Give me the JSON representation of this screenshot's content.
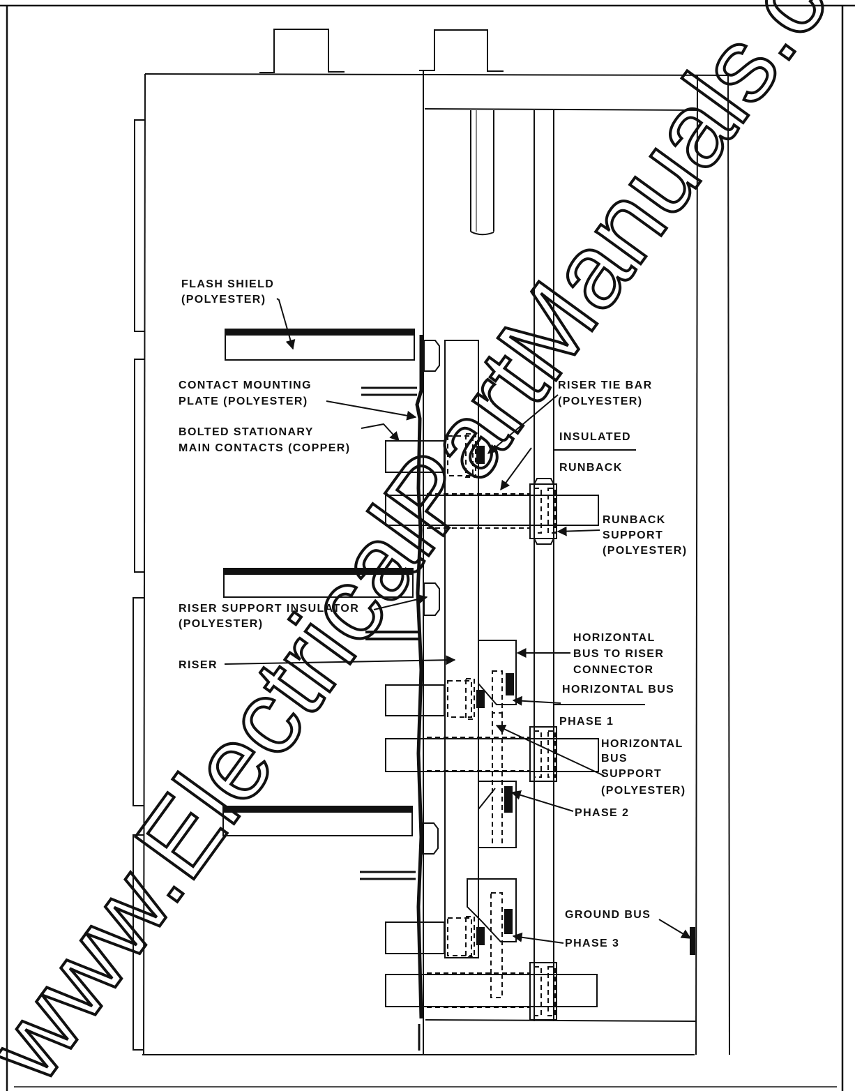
{
  "labels": {
    "flash_shield": [
      "FLASH SHIELD",
      "(POLYESTER)"
    ],
    "contact_mounting_plate": [
      "CONTACT MOUNTING",
      "PLATE (POLYESTER)"
    ],
    "bolted_contacts": [
      "BOLTED STATIONARY",
      "MAIN CONTACTS (COPPER)"
    ],
    "riser_tie_bar": [
      "RISER TIE BAR",
      "(POLYESTER)"
    ],
    "insulated": "INSULATED",
    "runback": "RUNBACK",
    "runback_support": [
      "RUNBACK",
      "SUPPORT",
      "(POLYESTER)"
    ],
    "riser_support_insulator": [
      "RISER SUPPORT INSULATOR",
      "(POLYESTER)"
    ],
    "riser": "RISER",
    "hbus_riser_connector": [
      "HORIZONTAL",
      "BUS TO RISER",
      "CONNECTOR"
    ],
    "horizontal_bus": "HORIZONTAL BUS",
    "phase1": "PHASE 1",
    "hbus_support": [
      "HORIZONTAL",
      "BUS",
      "SUPPORT",
      "(POLYESTER)"
    ],
    "phase2": "PHASE 2",
    "ground_bus": "GROUND BUS",
    "phase3": "PHASE 3"
  },
  "watermark": "www.ElectricalPartManuals.com"
}
